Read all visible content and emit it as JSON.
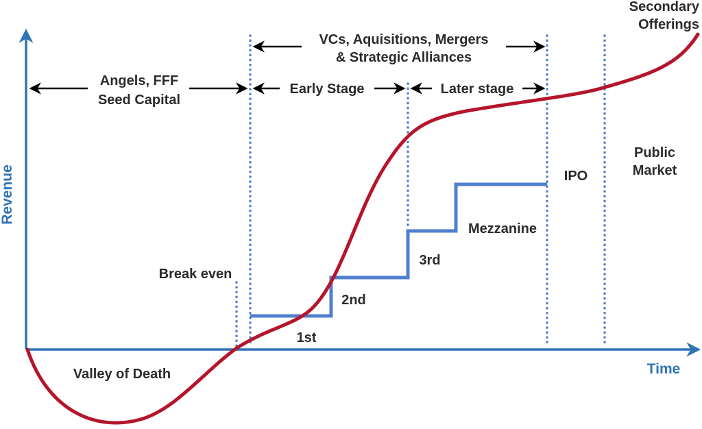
{
  "colors": {
    "axis": "#2f74b5",
    "revenue_curve": "#b5152b",
    "funding_steps": "#4f7fcf",
    "divider_dots": "#4f7fcf",
    "label_text": "#2b2b2b",
    "arrows": "#000000"
  },
  "axes": {
    "y_label": "Revenue",
    "x_label": "Time"
  },
  "phases": {
    "angels_line1": "Angels, FFF",
    "angels_line2": "Seed Capital",
    "vcs_line1": "VCs, Aquisitions, Mergers",
    "vcs_line2": "& Strategic Alliances",
    "early_stage": "Early Stage",
    "later_stage": "Later stage",
    "secondary_line1": "Secondary",
    "secondary_line2": "Offerings",
    "public_line1": "Public",
    "public_line2": "Market"
  },
  "annotations": {
    "break_even": "Break even",
    "valley": "Valley of Death",
    "ipo": "IPO"
  },
  "funding_rounds": [
    "1st",
    "2nd",
    "3rd",
    "Mezzanine"
  ]
}
